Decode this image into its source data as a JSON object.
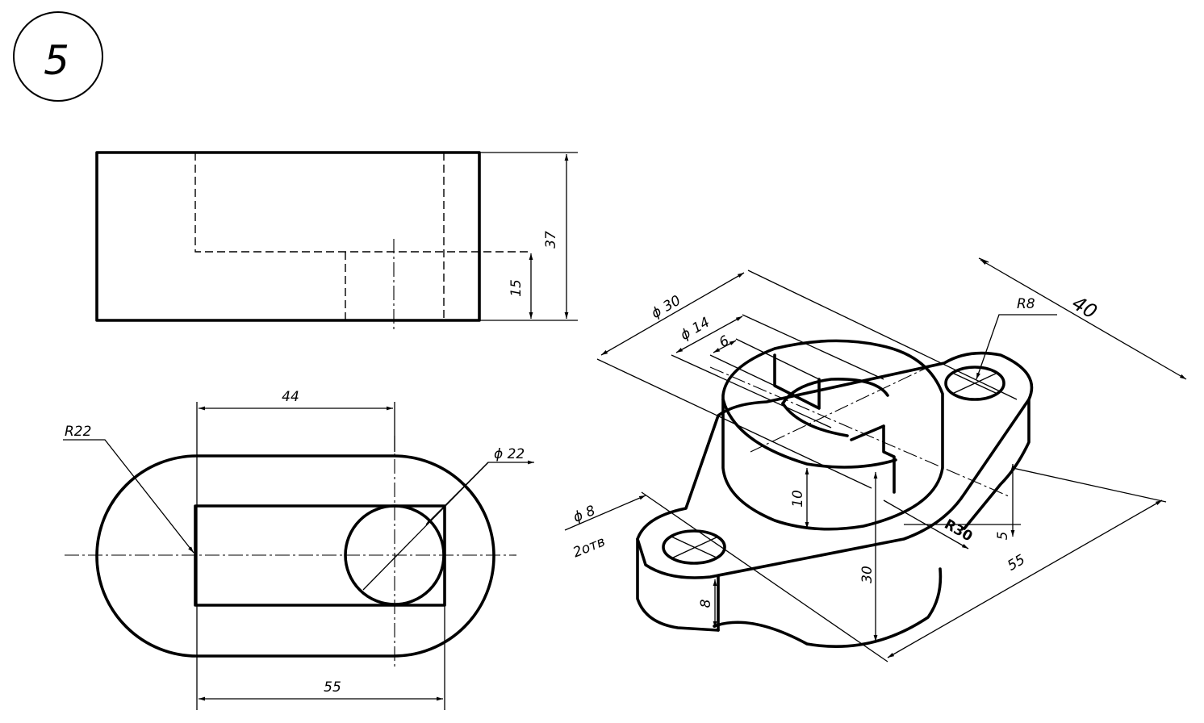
{
  "sheet": {
    "number": "5"
  },
  "front_view": {
    "dim_height_total": "37",
    "dim_height_step": "15"
  },
  "top_view": {
    "dim_radius": "R22",
    "dim_length_inner": "44",
    "dim_diameter": "ϕ 22",
    "dim_length_total": "55"
  },
  "isometric_view": {
    "dim_boss_diameter": "ϕ 30",
    "dim_bore_diameter": "ϕ 14",
    "dim_slot_width": "6",
    "dim_ear_radius": "R8",
    "dim_width": "40",
    "dim_hole_diameter": "ϕ 8",
    "dim_hole_count": "2отв",
    "dim_boss_height": "10",
    "dim_total_height": "30",
    "dim_base_thickness": "8",
    "dim_arc_radius": "R30",
    "dim_offset": "5",
    "dim_length": "55"
  }
}
